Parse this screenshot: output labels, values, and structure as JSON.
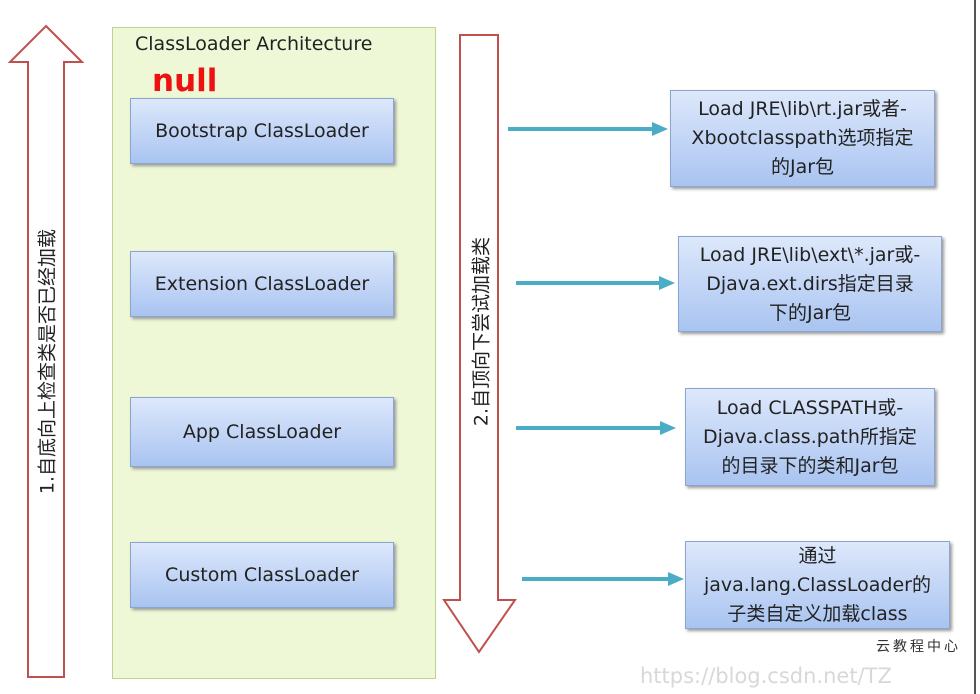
{
  "left_arrow_label": "1.自底向上检查类是否已经加载",
  "middle_arrow_label": "2.自顶向下尝试加载类",
  "architecture": {
    "title": "ClassLoader Architecture",
    "null_note": "null",
    "loaders": [
      "Bootstrap ClassLoader",
      "Extension ClassLoader",
      "App ClassLoader",
      "Custom ClassLoader"
    ]
  },
  "descriptions": [
    [
      "Load JRE\\lib\\rt.jar或者-",
      "Xbootclasspath选项指定",
      "的Jar包"
    ],
    [
      "Load JRE\\lib\\ext\\*.jar或-",
      "Djava.ext.dirs指定目录",
      "下的Jar包"
    ],
    [
      "Load CLASSPATH或-",
      "Djava.class.path所指定",
      "的目录下的类和Jar包"
    ],
    [
      "通过",
      "java.lang.ClassLoader的",
      "子类自定义加载class"
    ]
  ],
  "watermark": "https://blog.csdn.net/TZ",
  "brand": "云教程中心",
  "colors": {
    "up_arrow": "#c0504d",
    "container": "#eef8d6",
    "connector": "#4bacc6",
    "null": "#ee1111"
  }
}
